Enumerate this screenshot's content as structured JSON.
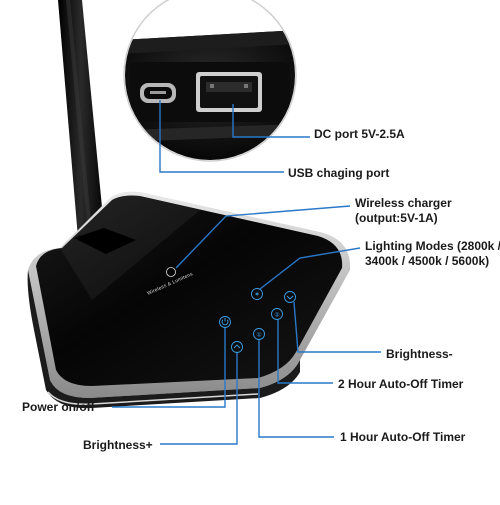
{
  "callouts": {
    "dc_port": "DC port 5V-2.5A",
    "usb_port": "USB chaging port",
    "wireless_line1": "Wireless charger",
    "wireless_line2": "(output:5V-1A)",
    "lighting_line1": "Lighting Modes (2800k /",
    "lighting_line2": "3400k / 4500k / 5600k)",
    "brightness_minus": "Brightness-",
    "timer_2h": "2 Hour Auto-Off Timer",
    "power": "Power on/off",
    "timer_1h": "1 Hour Auto-Off Timer",
    "brightness_plus": "Brightness+"
  },
  "device": {
    "engraved_text": "Wireless & Lumitens"
  },
  "colors": {
    "callout_line": "#2a78c8",
    "touch_icons": "#3aa0e8",
    "lamp_body": "#0d0d0d",
    "base_rim": "#c9c9c9"
  }
}
